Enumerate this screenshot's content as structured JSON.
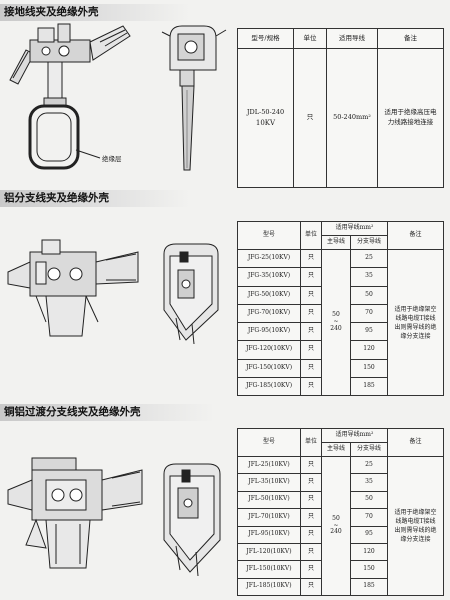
{
  "sections": [
    {
      "title": "接地线夹及绝缘外壳",
      "headers": {
        "model": "型号/规格",
        "unit": "单位",
        "wire": "适用导线",
        "note": "备注"
      },
      "rows": [
        {
          "model_line1": "JDL-50-240",
          "model_line2": "10KV",
          "unit": "只",
          "wire": "50-240mm²",
          "note": "适用于绝缘高压电力线路接地连接"
        }
      ],
      "callout": "绝缘层"
    },
    {
      "title": "铝分支线夹及绝缘外壳",
      "headers": {
        "model": "型号",
        "unit": "单位",
        "wire": "适用导线mm²",
        "main": "主导线",
        "branch": "分支导线",
        "note": "备注"
      },
      "main_range": [
        "50",
        "~",
        "240"
      ],
      "note": "适用于绝缘架空线路电缆T接线出则需导线的绝缘分支连接",
      "rows": [
        {
          "model": "JFG-25(10KV)",
          "unit": "只",
          "branch": "25"
        },
        {
          "model": "JFG-35(10KV)",
          "unit": "只",
          "branch": "35"
        },
        {
          "model": "JFG-50(10KV)",
          "unit": "只",
          "branch": "50"
        },
        {
          "model": "JFG-70(10KV)",
          "unit": "只",
          "branch": "70"
        },
        {
          "model": "JFG-95(10KV)",
          "unit": "只",
          "branch": "95"
        },
        {
          "model": "JFG-120(10KV)",
          "unit": "只",
          "branch": "120"
        },
        {
          "model": "JFG-150(10KV)",
          "unit": "只",
          "branch": "150"
        },
        {
          "model": "JFG-185(10KV)",
          "unit": "只",
          "branch": "185"
        }
      ]
    },
    {
      "title": "铜铝过渡分支线夹及绝缘外壳",
      "headers": {
        "model": "型号",
        "unit": "单位",
        "wire": "适用导线mm²",
        "main": "主导线",
        "branch": "分支导线",
        "note": "备注"
      },
      "main_range": [
        "50",
        "~",
        "240"
      ],
      "note": "适用于绝缘架空线路电缆T接线出则需导线的绝缘分支连接",
      "rows": [
        {
          "model": "JFL-25(10KV)",
          "unit": "只",
          "branch": "25"
        },
        {
          "model": "JFL-35(10KV)",
          "unit": "只",
          "branch": "35"
        },
        {
          "model": "JFL-50(10KV)",
          "unit": "只",
          "branch": "50"
        },
        {
          "model": "JFL-70(10KV)",
          "unit": "只",
          "branch": "70"
        },
        {
          "model": "JFL-95(10KV)",
          "unit": "只",
          "branch": "95"
        },
        {
          "model": "JFL-120(10KV)",
          "unit": "只",
          "branch": "120"
        },
        {
          "model": "JFL-150(10KV)",
          "unit": "只",
          "branch": "150"
        },
        {
          "model": "JFL-185(10KV)",
          "unit": "只",
          "branch": "185"
        }
      ]
    }
  ]
}
